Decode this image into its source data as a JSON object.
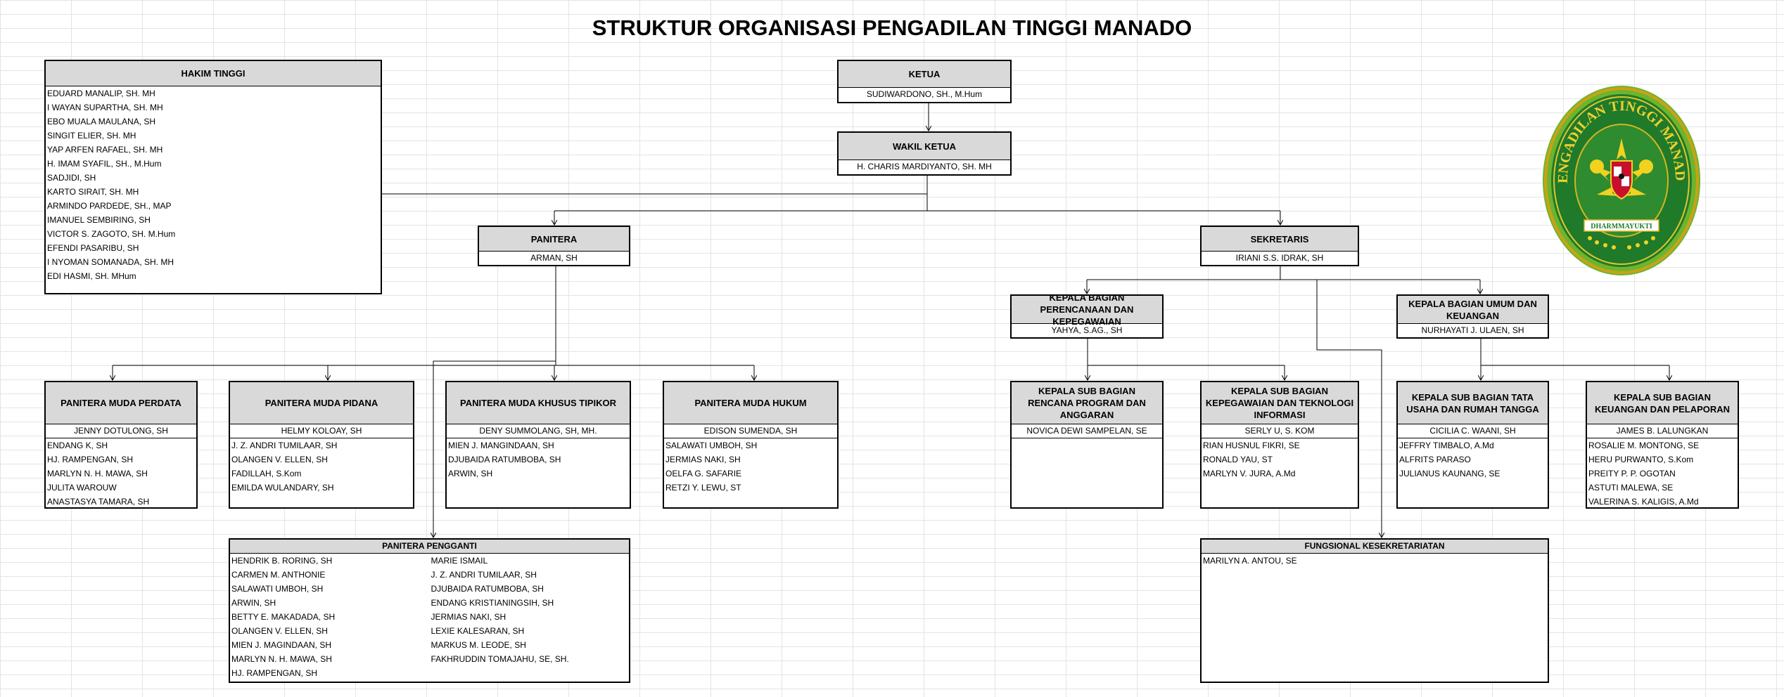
{
  "title": "STRUKTUR ORGANISASI PENGADILAN TINGGI MANADO",
  "hakim_tinggi": {
    "heading": "HAKIM TINGGI",
    "members": [
      "EDUARD MANALIP, SH. MH",
      "I WAYAN SUPARTHA, SH. MH",
      "EBO MUALA MAULANA, SH",
      "SINGIT ELIER, SH. MH",
      "YAP ARFEN RAFAEL, SH. MH",
      "H. IMAM SYAFIL, SH., M.Hum",
      "SADJIDI, SH",
      "KARTO SIRAIT, SH. MH",
      "ARMINDO PARDEDE, SH., MAP",
      "IMANUEL SEMBIRING, SH",
      "VICTOR S. ZAGOTO, SH. M.Hum",
      "EFENDI PASARIBU, SH",
      "I NYOMAN SOMANADA, SH. MH",
      "EDI HASMI, SH. MHum"
    ]
  },
  "ketua": {
    "heading": "KETUA",
    "name": "SUDIWARDONO, SH., M.Hum"
  },
  "wakil_ketua": {
    "heading": "WAKIL KETUA",
    "name": "H. CHARIS MARDIYANTO, SH. MH"
  },
  "panitera": {
    "heading": "PANITERA",
    "name": "ARMAN, SH"
  },
  "sekretaris": {
    "heading": "SEKRETARIS",
    "name": "IRIANI S.S. IDRAK, SH"
  },
  "kabag_perencanaan": {
    "heading": "KEPALA BAGIAN PERENCANAAN DAN KEPEGAWAIAN",
    "name": "YAHYA, S.AG., SH"
  },
  "kabag_umum": {
    "heading": "KEPALA BAGIAN UMUM DAN KEUANGAN",
    "name": "NURHAYATI J. ULAEN, SH"
  },
  "pm_perdata": {
    "heading": "PANITERA MUDA PERDATA",
    "name": "JENNY DOTULONG, SH",
    "members": [
      "ENDANG K, SH",
      "HJ. RAMPENGAN, SH",
      "MARLYN N. H. MAWA, SH",
      "JULITA WAROUW",
      "ANASTASYA TAMARA, SH"
    ]
  },
  "pm_pidana": {
    "heading": "PANITERA MUDA PIDANA",
    "name": "HELMY KOLOAY, SH",
    "members": [
      "J. Z. ANDRI TUMILAAR, SH",
      "OLANGEN V. ELLEN, SH",
      "FADILLAH, S.Kom",
      "EMILDA WULANDARY, SH"
    ]
  },
  "pm_tipikor": {
    "heading": "PANITERA MUDA KHUSUS TIPIKOR",
    "name": "DENY SUMMOLANG, SH, MH.",
    "members": [
      "MIEN J. MANGINDAAN, SH",
      "DJUBAIDA RATUMBOBA, SH",
      "ARWIN, SH"
    ]
  },
  "pm_hukum": {
    "heading": "PANITERA MUDA HUKUM",
    "name": "EDISON SUMENDA, SH",
    "members": [
      "SALAWATI UMBOH, SH",
      "JERMIAS NAKI, SH",
      "OELFA G. SAFARIE",
      "RETZI Y. LEWU, ST"
    ]
  },
  "ksb_rencana": {
    "heading": "KEPALA SUB BAGIAN RENCANA PROGRAM DAN ANGGARAN",
    "name": "NOVICA DEWI SAMPELAN, SE",
    "members": []
  },
  "ksb_kepegawaian": {
    "heading": "KEPALA SUB BAGIAN KEPEGAWAIAN DAN TEKNOLOGI INFORMASI",
    "name": "SERLY U, S. KOM",
    "members": [
      "RIAN HUSNUL FIKRI, SE",
      "RONALD YAU, ST",
      "MARLYN V. JURA, A.Md"
    ]
  },
  "ksb_tata_usaha": {
    "heading": "KEPALA SUB BAGIAN TATA USAHA DAN RUMAH TANGGA",
    "name": "CICILIA C. WAANI, SH",
    "members": [
      "JEFFRY TIMBALO, A.Md",
      "ALFRITS PARASO",
      "JULIANUS KAUNANG, SE"
    ]
  },
  "ksb_keuangan": {
    "heading": "KEPALA SUB BAGIAN KEUANGAN DAN PELAPORAN",
    "name": "JAMES B. LALUNGKAN",
    "members": [
      "ROSALIE M. MONTONG, SE",
      "HERU PURWANTO, S.Kom",
      "PREITY P. P. OGOTAN",
      "ASTUTI MALEWA, SE",
      "VALERINA S. KALIGIS, A.Md"
    ]
  },
  "panitera_pengganti": {
    "heading": "PANITERA PENGGANTI",
    "col1": [
      "HENDRIK B. RORING, SH",
      "CARMEN M. ANTHONIE",
      "SALAWATI UMBOH, SH",
      "ARWIN, SH",
      "BETTY E. MAKADADA, SH",
      "OLANGEN V. ELLEN, SH",
      "MIEN J. MAGINDAAN, SH",
      "MARLYN N. H. MAWA, SH",
      "HJ. RAMPENGAN, SH"
    ],
    "col2": [
      "MARIE ISMAIL",
      "J. Z. ANDRI TUMILAAR, SH",
      "DJUBAIDA RATUMBOBA, SH",
      "ENDANG KRISTIANINGSIH, SH",
      "JERMIAS NAKI, SH",
      "LEXIE KALESARAN, SH",
      "MARKUS M. LEODE, SH",
      "FAKHRUDDIN TOMAJAHU, SE, SH."
    ]
  },
  "fungsional": {
    "heading": "FUNGSIONAL KESEKRETARIATAN",
    "members": [
      "MARILYN A. ANTOU, SE"
    ]
  },
  "seal": {
    "top_text": "PENGADILAN TINGGI MANADO",
    "banner_text": "DHARMMAYUKTI"
  }
}
